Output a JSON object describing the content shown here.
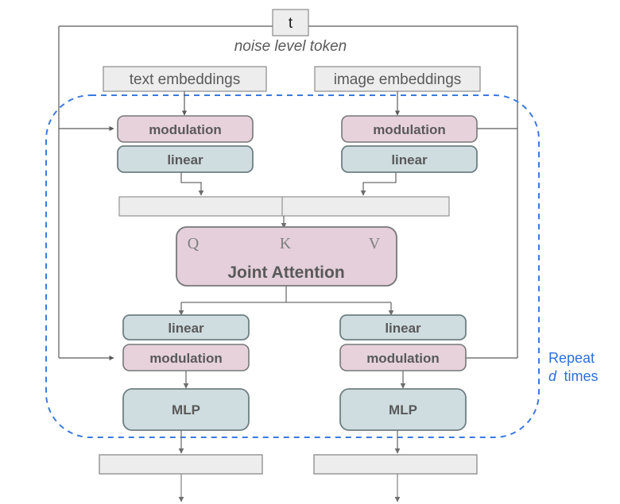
{
  "diagram": {
    "title_token": "t",
    "caption": "noise level token",
    "colors": {
      "modulation_fill": "#e7d2dc",
      "modulation_stroke": "#777777",
      "linear_fill": "#cfdde1",
      "linear_stroke": "#6f7f82",
      "attention_fill": "#e4cfda",
      "attention_stroke": "#777777",
      "bar_fill": "#ededed",
      "bar_stroke": "#9a9a9a",
      "repeat_blue": "#2e6fd9",
      "line_gray": "#595959",
      "text_gray": "#595959"
    },
    "inputs": [
      {
        "id": "text-embeddings",
        "label": "text embeddings"
      },
      {
        "id": "image-embeddings",
        "label": "image embeddings"
      }
    ],
    "branches": [
      {
        "id": "text-branch",
        "pre_blocks": [
          {
            "id": "text-modulation-pre",
            "label": "modulation",
            "kind": "modulation"
          },
          {
            "id": "text-linear-pre",
            "label": "linear",
            "kind": "linear"
          }
        ],
        "post_blocks": [
          {
            "id": "text-linear-post",
            "label": "linear",
            "kind": "linear"
          },
          {
            "id": "text-modulation-post",
            "label": "modulation",
            "kind": "modulation"
          },
          {
            "id": "text-mlp",
            "label": "MLP",
            "kind": "mlp"
          }
        ]
      },
      {
        "id": "image-branch",
        "pre_blocks": [
          {
            "id": "image-modulation-pre",
            "label": "modulation",
            "kind": "modulation"
          },
          {
            "id": "image-linear-pre",
            "label": "linear",
            "kind": "linear"
          }
        ],
        "post_blocks": [
          {
            "id": "image-linear-post",
            "label": "linear",
            "kind": "linear"
          },
          {
            "id": "image-modulation-post",
            "label": "modulation",
            "kind": "modulation"
          },
          {
            "id": "image-mlp",
            "label": "MLP",
            "kind": "mlp"
          }
        ]
      }
    ],
    "attention": {
      "label": "Joint Attention",
      "q": "Q",
      "k": "K",
      "v": "V"
    },
    "repeat_note": {
      "line1": "Repeat",
      "italic": "d",
      "line2": "times"
    }
  }
}
